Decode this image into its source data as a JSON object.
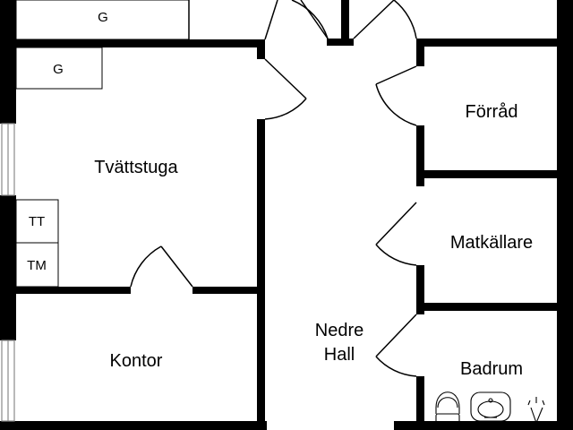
{
  "rooms": {
    "tvattstuga": "Tvättstuga",
    "kontor": "Kontor",
    "nedre_hall_line1": "Nedre",
    "nedre_hall_line2": "Hall",
    "forrad": "Förråd",
    "matkallare": "Matkällare",
    "badrum": "Badrum"
  },
  "fixtures": {
    "g_top": "G",
    "g_mid": "G",
    "tt": "TT",
    "tm": "TM"
  },
  "colors": {
    "wall": "#000000",
    "background": "#ffffff",
    "window": "#8a8a8a"
  }
}
